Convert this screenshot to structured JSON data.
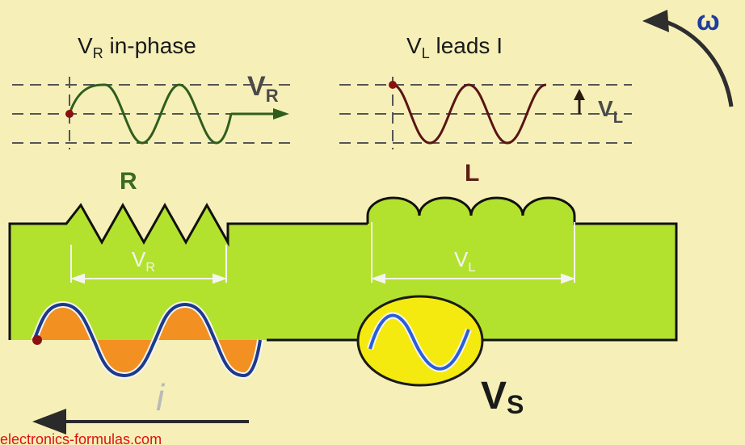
{
  "title_left": {
    "main": "V",
    "sub": "R",
    "rest": " in-phase"
  },
  "title_right": {
    "main": "V",
    "sub": "L",
    "rest": " leads I"
  },
  "label_vr_wave": {
    "main": "V",
    "sub": "R"
  },
  "label_vl_wave": {
    "main": "V",
    "sub": "L"
  },
  "label_omega": "ω",
  "label_resistor": "R",
  "label_inductor": "L",
  "label_vr_span": {
    "main": "V",
    "sub": "R"
  },
  "label_vl_span": {
    "main": "V",
    "sub": "L"
  },
  "label_source": {
    "main": "V",
    "sub": "S"
  },
  "label_current": "i",
  "watermark": "electronics-formulas.com",
  "colors": {
    "background": "#f6f0b8",
    "circuit_fill": "#b3e22e",
    "wire": "#111111",
    "vr_wave": "#2f5e1c",
    "vl_wave": "#5a1414",
    "source_fill": "#f5ea10",
    "source_wave": "#2a5fd6",
    "current_wave": "#1d3a8a",
    "current_fill": "#f39022",
    "resistor_label": "#3c6a1e",
    "inductor_label": "#5c1f13",
    "omega": "#1f3ca0",
    "watermark": "#e01010"
  }
}
